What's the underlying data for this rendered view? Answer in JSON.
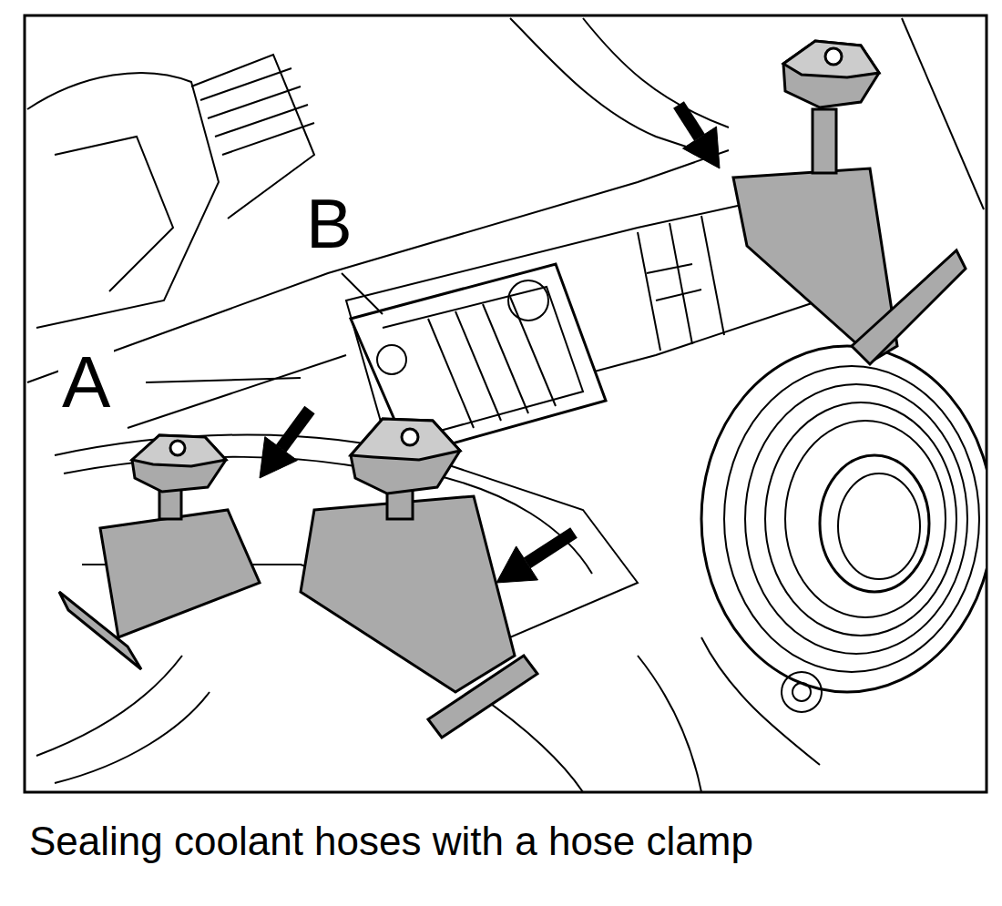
{
  "diagram": {
    "caption": "Sealing coolant hoses with a hose clamp",
    "labels": [
      "B",
      "A"
    ]
  }
}
